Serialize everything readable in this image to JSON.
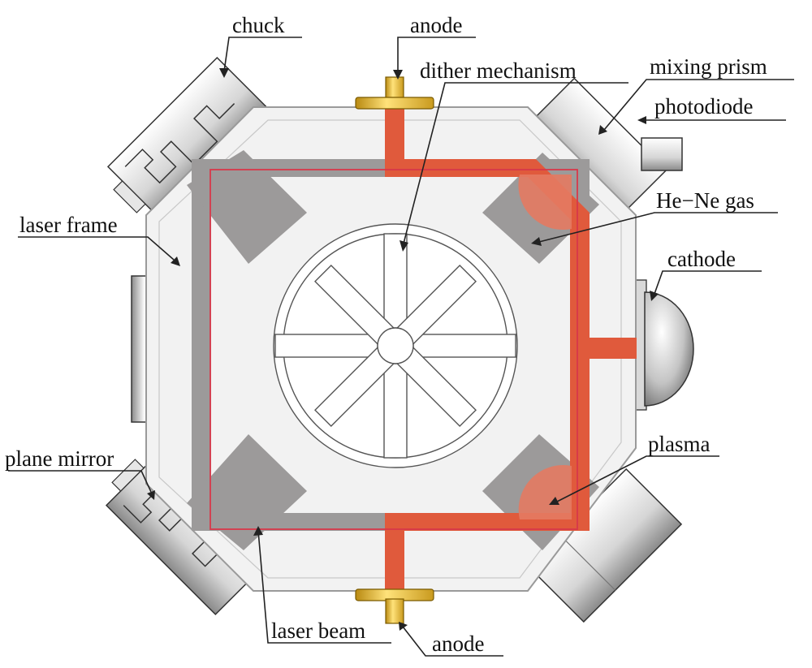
{
  "labels": {
    "chuck": "chuck",
    "anode_top": "anode",
    "dither_mechanism": "dither mechanism",
    "mixing_prism": "mixing prism",
    "photodiode": "photodiode",
    "he_ne_gas": "He−Ne gas",
    "laser_frame": "laser frame",
    "cathode": "cathode",
    "plane_mirror": "plane mirror",
    "plasma": "plasma",
    "laser_beam": "laser beam",
    "anode_bottom": "anode"
  },
  "colors": {
    "frame_fill": "#f2f2f2",
    "frame_stroke": "#9a9a9a",
    "gas_gray": "#9c9a9a",
    "beam_red": "#e05a3c",
    "beam_outline": "#d8384a",
    "plasma": "#e47a62",
    "electrode_gold": "#e3b52e",
    "cathode_gray": "#c4c4c4"
  }
}
